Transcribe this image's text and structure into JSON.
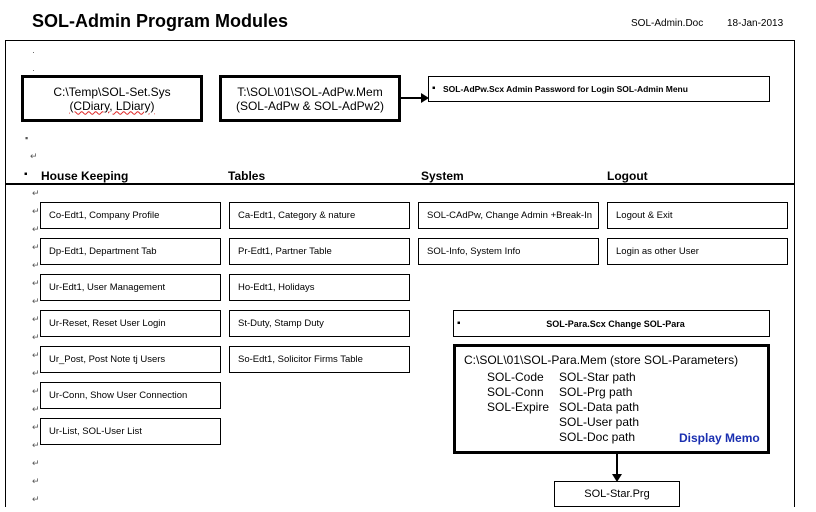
{
  "title": "SOL-Admin Program Modules",
  "doc_name": "SOL-Admin.Doc",
  "doc_date": "18-Jan-2013",
  "files": {
    "set_sys": {
      "line1": "C:\\Temp\\SOL-Set.Sys",
      "line2": "(CDiary, LDiary)"
    },
    "adpw_mem": {
      "line1": "T:\\SOL\\01\\SOL-AdPw.Mem",
      "line2": "(SOL-AdPw & SOL-AdPw2)"
    },
    "adpw_scx": "SOL-AdPw.Scx Admin Password for Login SOL-Admin Menu"
  },
  "headers": {
    "house_keeping": "House Keeping",
    "tables": "Tables",
    "system": "System",
    "logout": "Logout"
  },
  "house_keeping": [
    "Co-Edt1, Company Profile",
    "Dp-Edt1, Department Tab",
    "Ur-Edt1, User Management",
    "Ur-Reset, Reset User Login",
    "Ur_Post, Post Note tj Users",
    "Ur-Conn, Show User Connection",
    "Ur-List, SOL-User List"
  ],
  "tables": [
    "Ca-Edt1, Category & nature",
    "Pr-Edt1, Partner Table",
    "Ho-Edt1, Holidays",
    "St-Duty, Stamp Duty",
    "So-Edt1, Solicitor Firms Table"
  ],
  "system": [
    "SOL-CAdPw, Change Admin +Break-In",
    "SOL-Info, System Info"
  ],
  "logout": [
    "Logout & Exit",
    "Login as other User"
  ],
  "para_scx": "SOL-Para.Scx Change SOL-Para",
  "memo": {
    "header": "C:\\SOL\\01\\SOL-Para.Mem   (store SOL-Parameters)",
    "left": [
      "SOL-Code",
      "SOL-Conn",
      "SOL-Expire"
    ],
    "right": [
      "SOL-Star path",
      "SOL-Prg path",
      "SOL-Data path",
      "SOL-User path",
      "SOL-Doc path"
    ],
    "display": "Display Memo"
  },
  "star_prg": "SOL-Star.Prg"
}
